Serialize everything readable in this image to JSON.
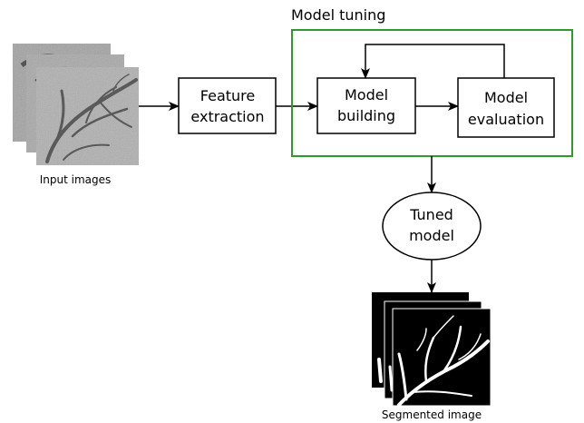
{
  "labels": {
    "model_tuning": "Model tuning",
    "feature_line1": "Feature",
    "feature_line2": "extraction",
    "building_line1": "Model",
    "building_line2": "building",
    "evaluation_line1": "Model",
    "evaluation_line2": "evaluation",
    "tuned_line1": "Tuned",
    "tuned_line2": "model",
    "input_images": "Input images",
    "segmented_image": "Segmented image"
  },
  "colors": {
    "tuning_border": "#2e9a2e",
    "stroke": "#000000",
    "angiogram_bg": "#a9a9a9",
    "mask_bg": "#000000",
    "vessel_mask": "#ffffff"
  }
}
